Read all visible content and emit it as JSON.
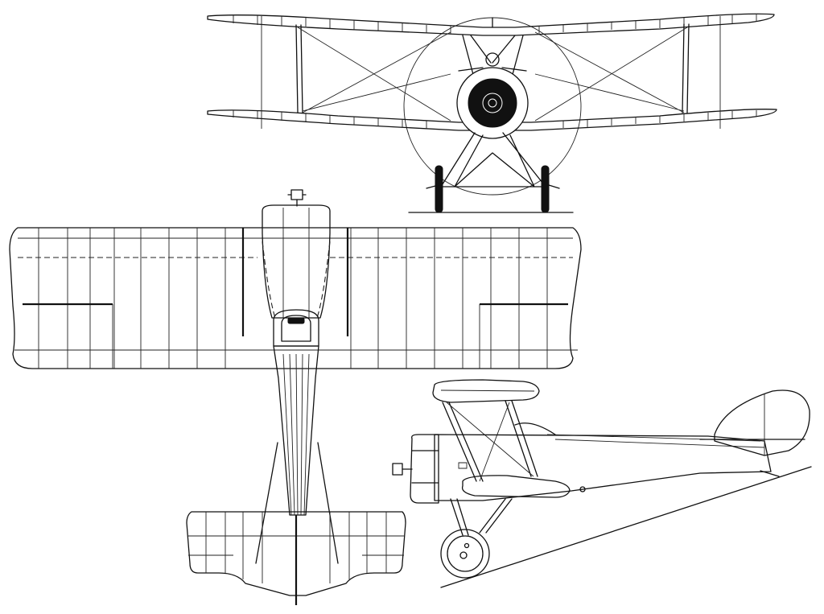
{
  "drawing": {
    "views": [
      "front-view",
      "top-view",
      "side-view"
    ],
    "colors": {
      "line": "#111111",
      "background": "#ffffff"
    }
  }
}
